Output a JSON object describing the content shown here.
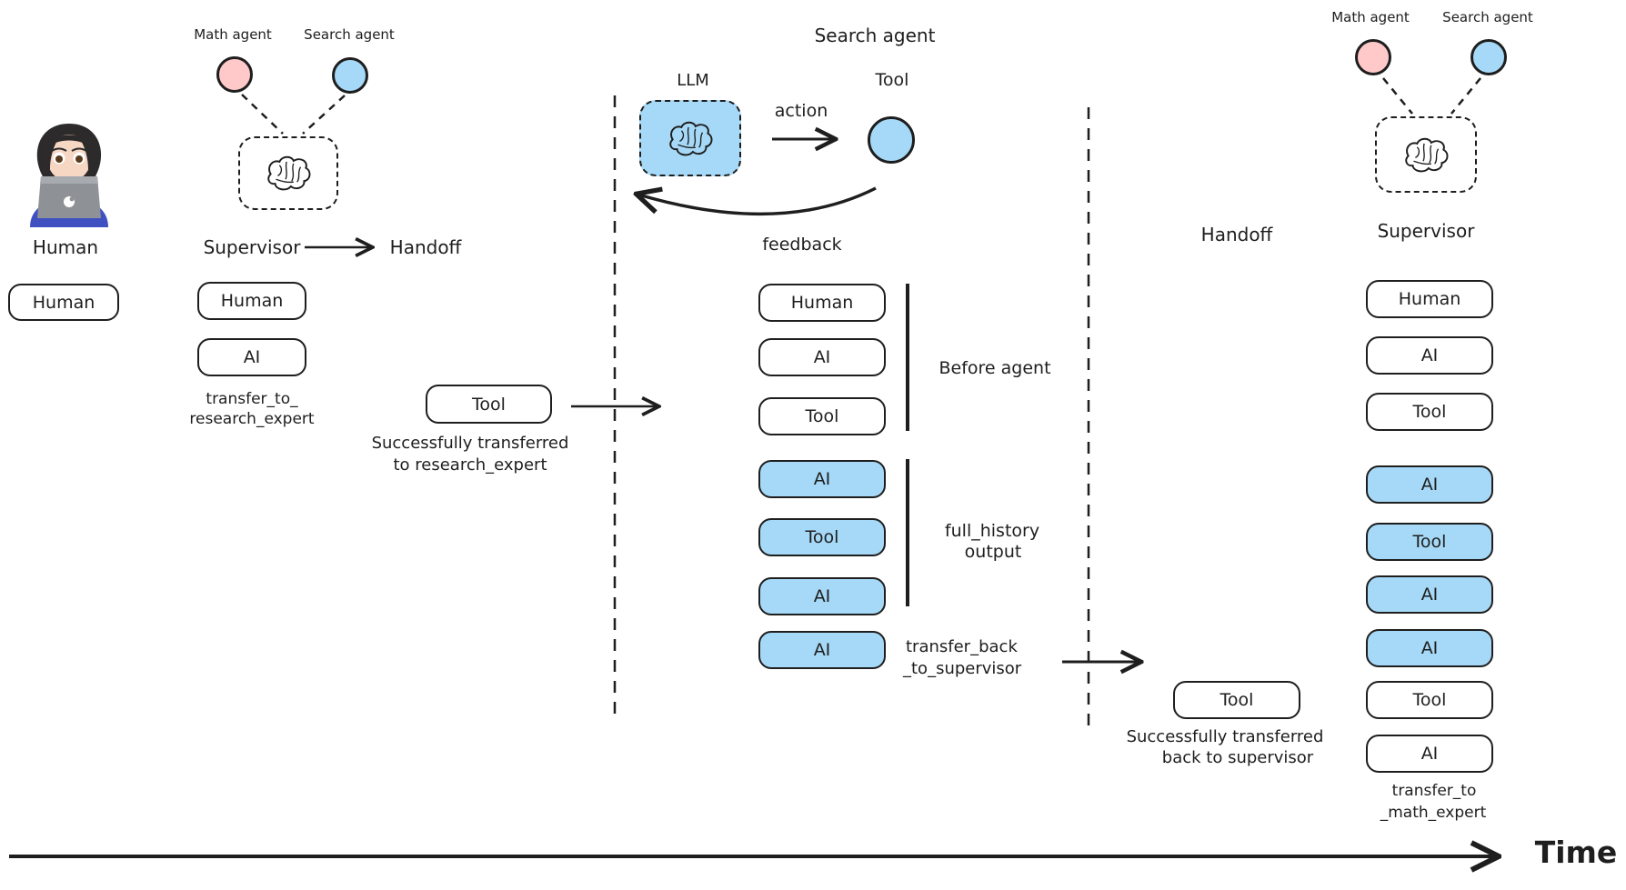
{
  "colors": {
    "ink": "#1e1e1e",
    "blue": "#a6d9f7",
    "pink": "#ffc9c9"
  },
  "left": {
    "label": "Human",
    "box_label": "Human"
  },
  "supervisor_left": {
    "math_agent_label": "Math agent",
    "search_agent_label": "Search agent",
    "supervisor_label": "Supervisor",
    "handoff_label": "Handoff",
    "messages": [
      {
        "label": "Human",
        "variant": "white"
      },
      {
        "label": "AI",
        "variant": "white"
      }
    ],
    "transfer_caption_line1": "transfer_to_",
    "transfer_caption_line2": "research_expert",
    "handoff_tool_box": "Tool",
    "handoff_caption_line1": "Successfully transferred",
    "handoff_caption_line2": "to research_expert"
  },
  "search_agent": {
    "title": "Search agent",
    "llm_label": "LLM",
    "tool_label": "Tool",
    "action_label": "action",
    "feedback_label": "feedback",
    "messages": [
      {
        "label": "Human",
        "variant": "white"
      },
      {
        "label": "AI",
        "variant": "white"
      },
      {
        "label": "Tool",
        "variant": "white"
      },
      {
        "label": "AI",
        "variant": "blue"
      },
      {
        "label": "Tool",
        "variant": "blue"
      },
      {
        "label": "AI",
        "variant": "blue"
      },
      {
        "label": "AI",
        "variant": "blue"
      }
    ],
    "before_agent_label": "Before agent",
    "full_history_line1": "full_history",
    "full_history_line2": "output",
    "transfer_back_line1": "transfer_back",
    "transfer_back_line2": "_to_supervisor"
  },
  "handoff_right": {
    "handoff_label": "Handoff",
    "tool_box": "Tool",
    "caption_line1": "Successfully transferred",
    "caption_line2": "back to supervisor"
  },
  "supervisor_right": {
    "math_agent_label": "Math agent",
    "search_agent_label": "Search agent",
    "supervisor_label": "Supervisor",
    "messages": [
      {
        "label": "Human",
        "variant": "white"
      },
      {
        "label": "AI",
        "variant": "white"
      },
      {
        "label": "Tool",
        "variant": "white"
      },
      {
        "label": "AI",
        "variant": "blue"
      },
      {
        "label": "Tool",
        "variant": "blue"
      },
      {
        "label": "AI",
        "variant": "blue"
      },
      {
        "label": "AI",
        "variant": "blue"
      },
      {
        "label": "Tool",
        "variant": "white"
      },
      {
        "label": "AI",
        "variant": "white"
      }
    ],
    "transfer_caption_line1": "transfer_to",
    "transfer_caption_line2": "_math_expert"
  },
  "time_axis": {
    "label": "Time"
  }
}
